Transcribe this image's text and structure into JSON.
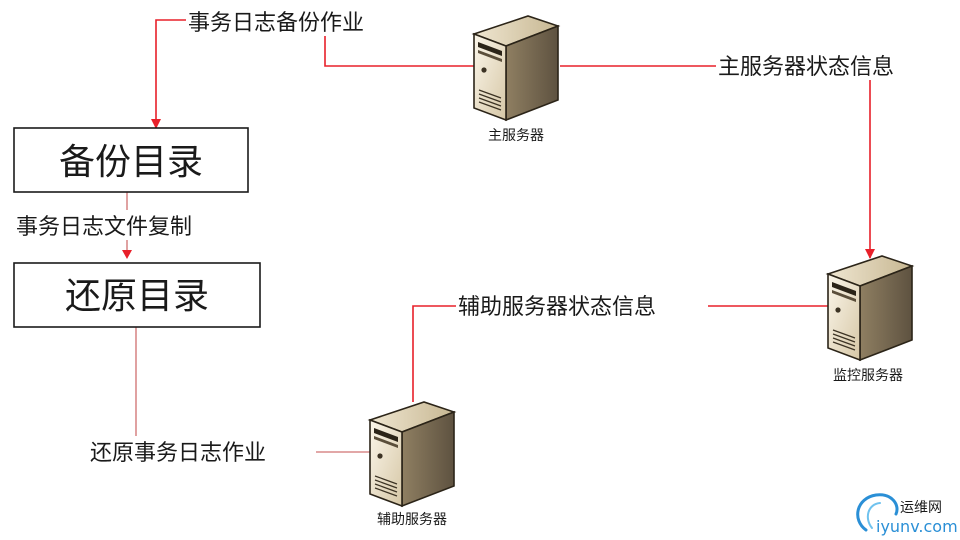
{
  "labels": {
    "log_backup_job": "事务日志备份作业",
    "primary_status": "主服务器状态信息",
    "log_file_copy": "事务日志文件复制",
    "restore_log_job": "还原事务日志作业",
    "secondary_status": "辅助服务器状态信息"
  },
  "boxes": {
    "backup_dir": "备份目录",
    "restore_dir": "还原目录"
  },
  "servers": {
    "primary": "主服务器",
    "monitor": "监控服务器",
    "secondary": "辅助服务器"
  },
  "watermark": {
    "cn": "运维网",
    "url": "iyunv.com"
  },
  "colors": {
    "line_red": "#e8202a",
    "line_pink": "#d98a8a",
    "server_body": "#d9cbb0",
    "server_face": "#f2ead6",
    "server_dark": "#2b2418"
  }
}
